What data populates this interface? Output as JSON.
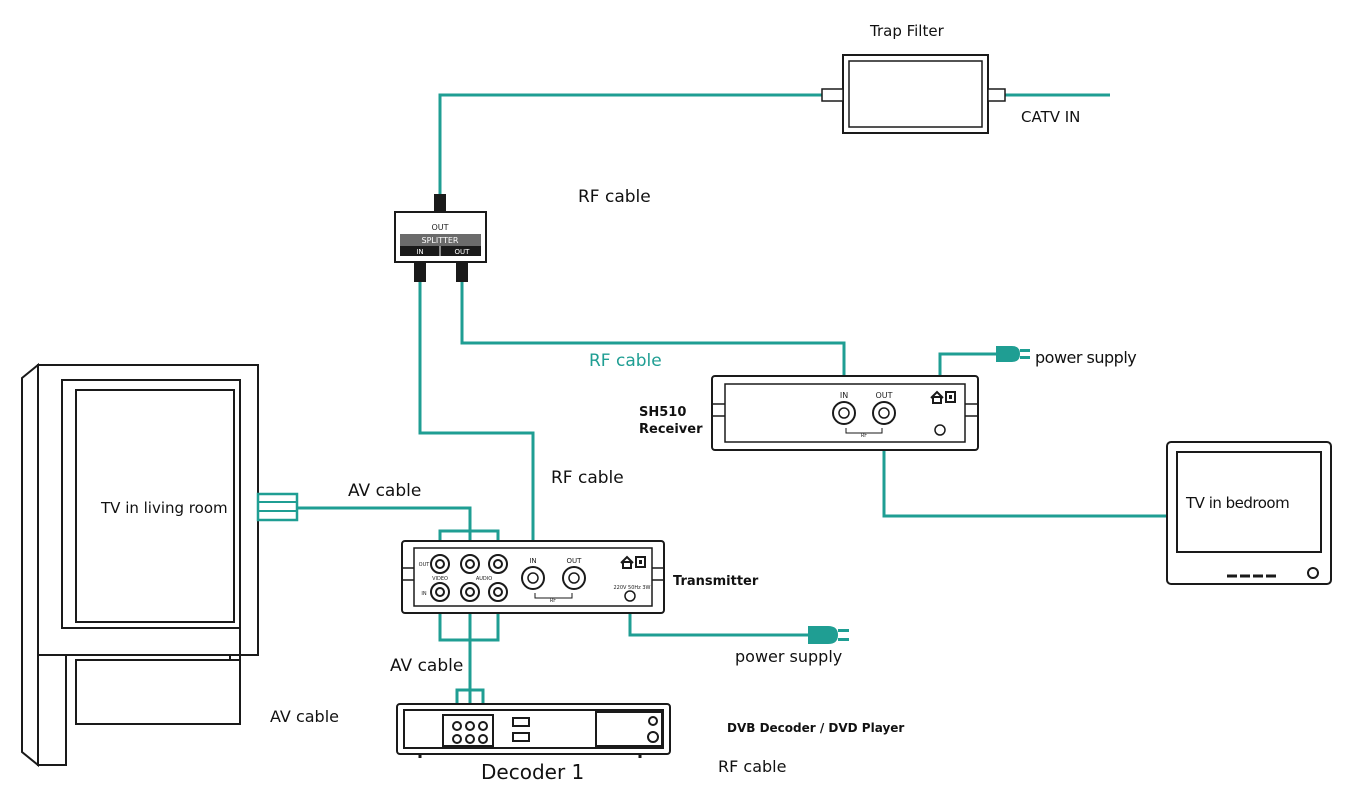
{
  "labels": {
    "trap_filter": "Trap Filter",
    "catv_in": "CATV IN",
    "rf_cable_top": "RF cable",
    "rf_cable_teal": "RF cable",
    "rf_cable_mid": "RF cable",
    "rf_cable_bottom": "RF cable",
    "av_cable_top": "AV cable",
    "av_cable_mid": "AV cable",
    "av_cable_bottom": "AV cable",
    "power_supply_receiver": "power supply",
    "power_supply_transmitter": "power supply",
    "receiver_line1": "SH510",
    "receiver_line2": "Receiver",
    "transmitter": "Transmitter",
    "tv_living": "TV in living room",
    "tv_bedroom": "TV in bedroom",
    "dvb_decoder": "DVB Decoder / DVD Player",
    "decoder_1": "Decoder 1"
  },
  "splitter": {
    "out_top": "OUT",
    "name": "SPLITTER",
    "in": "IN",
    "out_bottom": "OUT"
  },
  "receiver_panel": {
    "in": "IN",
    "out": "OUT",
    "rf": "RF"
  },
  "transmitter_panel": {
    "out": "OUT",
    "in": "IN",
    "video": "VIDEO",
    "audio": "AUDIO",
    "rf_in": "IN",
    "rf_out": "OUT",
    "rf": "RF",
    "power_spec": "220V 50Hz 3W"
  },
  "colors": {
    "cable": "#1f9e93",
    "device_outline": "#1a1a1a",
    "device_fill": "#ffffff"
  }
}
